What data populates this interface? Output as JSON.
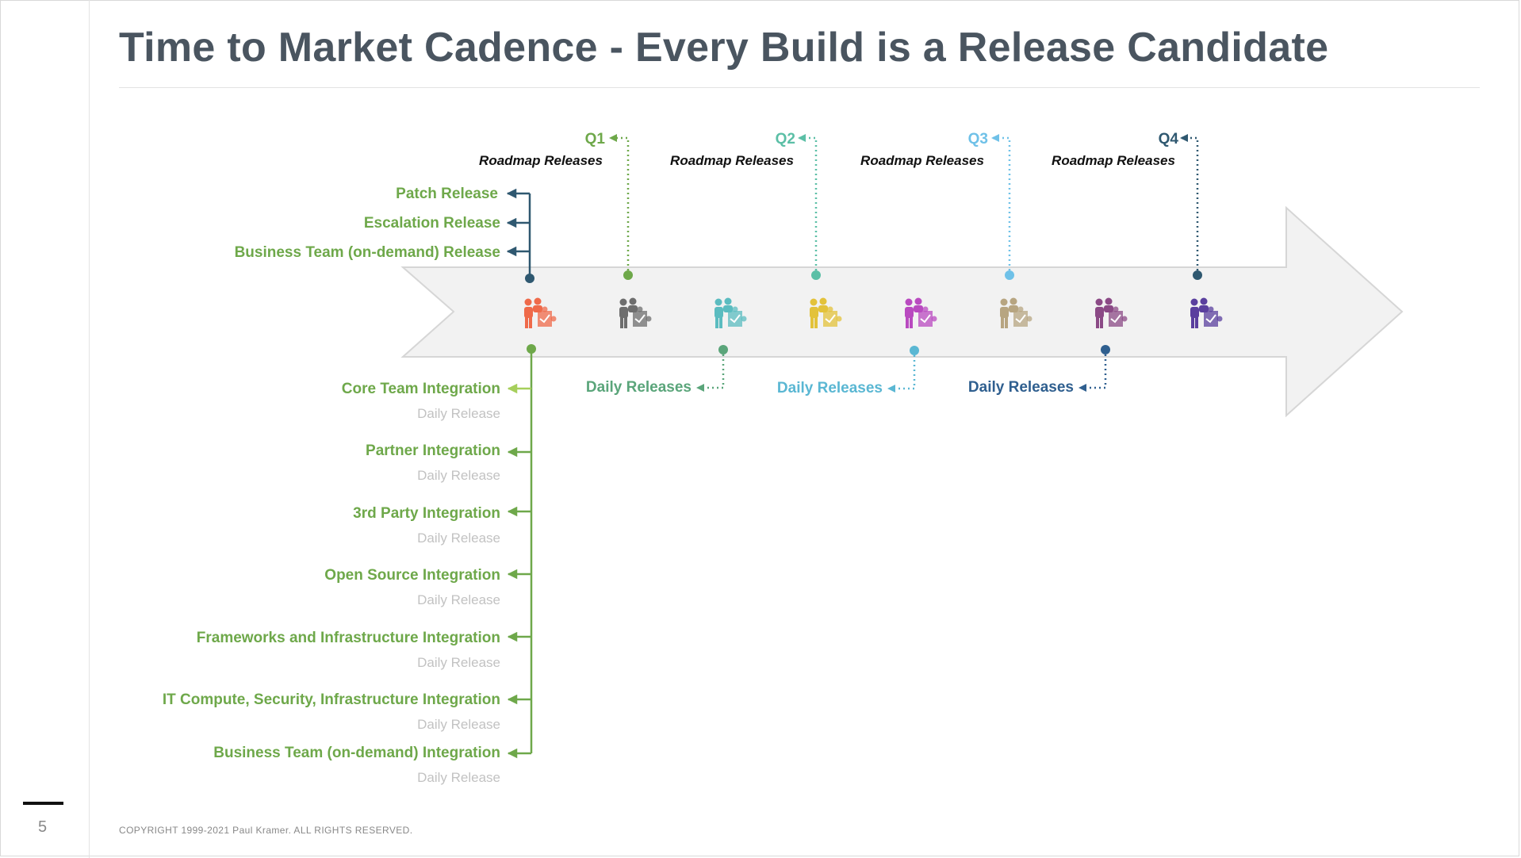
{
  "title": "Time to Market Cadence - Every Build is a Release Candidate",
  "page_number": "5",
  "copyright": "COPYRIGHT 1999-2021 Paul Kramer.  ALL RIGHTS RESERVED.",
  "release_types": [
    "Patch Release",
    "Escalation Release",
    "Business Team (on-demand) Release"
  ],
  "quarters": [
    {
      "label": "Q1",
      "sub": "Roadmap Releases",
      "color": "#6ea84a"
    },
    {
      "label": "Q2",
      "sub": "Roadmap Releases",
      "color": "#5bbfa6"
    },
    {
      "label": "Q3",
      "sub": "Roadmap Releases",
      "color": "#6fc1e8"
    },
    {
      "label": "Q4",
      "sub": "Roadmap Releases",
      "color": "#2f5870"
    }
  ],
  "daily_releases": [
    {
      "label": "Daily Releases",
      "color": "#5aa57a"
    },
    {
      "label": "Daily Releases",
      "color": "#5ab7d3"
    },
    {
      "label": "Daily Releases",
      "color": "#2f5f8f"
    }
  ],
  "integrations": [
    {
      "label": "Core Team Integration",
      "sub": "Daily Release"
    },
    {
      "label": "Partner Integration",
      "sub": "Daily Release"
    },
    {
      "label": "3rd Party Integration",
      "sub": "Daily Release"
    },
    {
      "label": "Open Source Integration",
      "sub": "Daily Release"
    },
    {
      "label": "Frameworks and Infrastructure Integration",
      "sub": "Daily Release"
    },
    {
      "label": "IT Compute, Security, Infrastructure Integration",
      "sub": "Daily Release"
    },
    {
      "label": "Business Team (on-demand) Integration",
      "sub": "Daily Release"
    }
  ],
  "build_icons": [
    {
      "icon": "team-puzzle-icon",
      "color": "#ef6a4a"
    },
    {
      "icon": "team-puzzle-icon",
      "color": "#6e6e6e"
    },
    {
      "icon": "team-puzzle-icon",
      "color": "#5bbcc0"
    },
    {
      "icon": "team-puzzle-icon",
      "color": "#e3c23a"
    },
    {
      "icon": "team-puzzle-icon",
      "color": "#b94ac0"
    },
    {
      "icon": "team-puzzle-icon",
      "color": "#b7a581"
    },
    {
      "icon": "team-puzzle-icon",
      "color": "#8b4a86"
    },
    {
      "icon": "team-puzzle-icon",
      "color": "#5a3f9e"
    }
  ],
  "colors": {
    "label_green": "#6ea84a",
    "sub_gray": "#c2c2c2",
    "dark_teal": "#2f5870",
    "arrow_fill": "#f2f2f2",
    "arrow_stroke": "#d6d6d6"
  }
}
